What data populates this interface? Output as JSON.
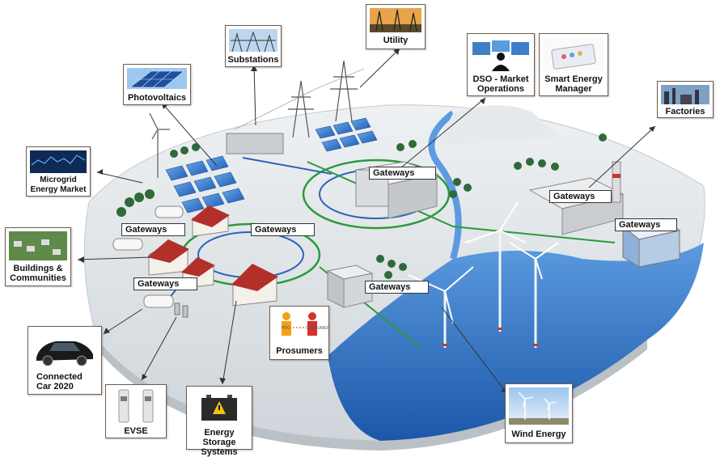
{
  "labels": {
    "utility": "Utility",
    "substations": "Substations",
    "photovoltaics": "Photovoltaics",
    "dso": [
      "DSO - Market",
      "Operations"
    ],
    "smart_energy_manager": [
      "Smart Energy",
      "Manager"
    ],
    "factories": "Factories",
    "microgrid": [
      "Microgrid",
      "Energy Market"
    ],
    "buildings": [
      "Buildings &",
      "Communities"
    ],
    "connected_car": [
      "Connected",
      "Car 2020"
    ],
    "evse": "EVSE",
    "energy_storage": [
      "Energy Storage",
      "Systems"
    ],
    "prosumers": "Prosumers",
    "wind_energy": "Wind Energy"
  },
  "gateways": [
    "Gateways",
    "Gateways",
    "Gateways",
    "Gateways",
    "Gateways",
    "Gateways",
    "Gateways"
  ],
  "prosumer_icon_text": [
    "PRO",
    "CONSUMER"
  ],
  "colors": {
    "ground": "#e3e7ea",
    "sea": "#2a6fc4",
    "ring_green": "#2a9a3a",
    "ring_blue": "#2c63b8",
    "card_border": "#6e5d4e",
    "roof": "#b3302a"
  }
}
